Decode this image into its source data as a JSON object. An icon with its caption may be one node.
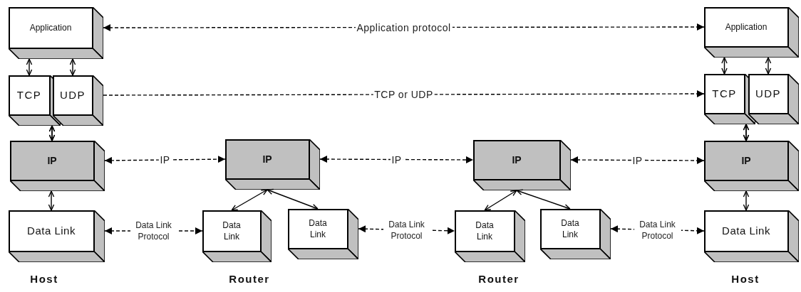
{
  "diagram": {
    "nodes": [
      {
        "text": [
          "Application"
        ]
      },
      {
        "text": [
          "TCP"
        ]
      },
      {
        "text": [
          "UDP"
        ]
      },
      {
        "text": [
          "IP"
        ]
      },
      {
        "text": [
          "Data Link"
        ]
      },
      {
        "text": [
          "IP"
        ]
      },
      {
        "text": [
          "Data Link"
        ]
      },
      {
        "text": [
          "Data Link"
        ]
      },
      {
        "text": [
          "IP"
        ]
      },
      {
        "text": [
          "Data Link"
        ]
      },
      {
        "text": [
          "Data Link"
        ]
      },
      {
        "text": [
          "Application"
        ]
      },
      {
        "text": [
          "TCP"
        ]
      },
      {
        "text": [
          "UDP"
        ]
      },
      {
        "text": [
          "IP"
        ]
      },
      {
        "text": [
          "Data Link"
        ]
      }
    ],
    "edges": [
      {
        "from": 0,
        "to": 11,
        "arrow": "both",
        "style": "dashed",
        "label": "Application protocol"
      },
      {
        "from": 2,
        "to": 12,
        "arrow": "to",
        "style": "dashed",
        "label": "TCP or UDP"
      },
      {
        "from": 3,
        "to": 5,
        "arrow": "both",
        "style": "dashed",
        "label": "IP"
      },
      {
        "from": 5,
        "to": 8,
        "arrow": "both",
        "style": "dashed",
        "label": "IP"
      },
      {
        "from": 8,
        "to": 14,
        "arrow": "both",
        "style": "dashed",
        "label": "IP"
      },
      {
        "from": 4,
        "to": 6,
        "arrow": "both",
        "style": "dashed",
        "label": "Data Link Protocol"
      },
      {
        "from": 7,
        "to": 9,
        "arrow": "both",
        "style": "dashed",
        "label": "Data Link Protocol"
      },
      {
        "from": 10,
        "to": 15,
        "arrow": "both",
        "style": "dashed",
        "label": "Data Link Protocol"
      },
      {
        "from": 0,
        "to": 1,
        "arrow": "both"
      },
      {
        "from": 0,
        "to": 2,
        "arrow": "both"
      },
      {
        "from": 1,
        "to": 3,
        "arrow": "both"
      },
      {
        "from": 2,
        "to": 3,
        "arrow": "both"
      },
      {
        "from": 3,
        "to": 4,
        "arrow": "both"
      },
      {
        "from": 5,
        "to": 6,
        "arrow": "both"
      },
      {
        "from": 5,
        "to": 7,
        "arrow": "both"
      },
      {
        "from": 8,
        "to": 9,
        "arrow": "both"
      },
      {
        "from": 8,
        "to": 10,
        "arrow": "both"
      },
      {
        "from": 11,
        "to": 12,
        "arrow": "both"
      },
      {
        "from": 11,
        "to": 13,
        "arrow": "both"
      },
      {
        "from": 12,
        "to": 14,
        "arrow": "both"
      },
      {
        "from": 13,
        "to": 14,
        "arrow": "both"
      },
      {
        "from": 14,
        "to": 15,
        "arrow": "both"
      }
    ],
    "labels": [
      "Host",
      "Router",
      "Router",
      "Host"
    ]
  }
}
